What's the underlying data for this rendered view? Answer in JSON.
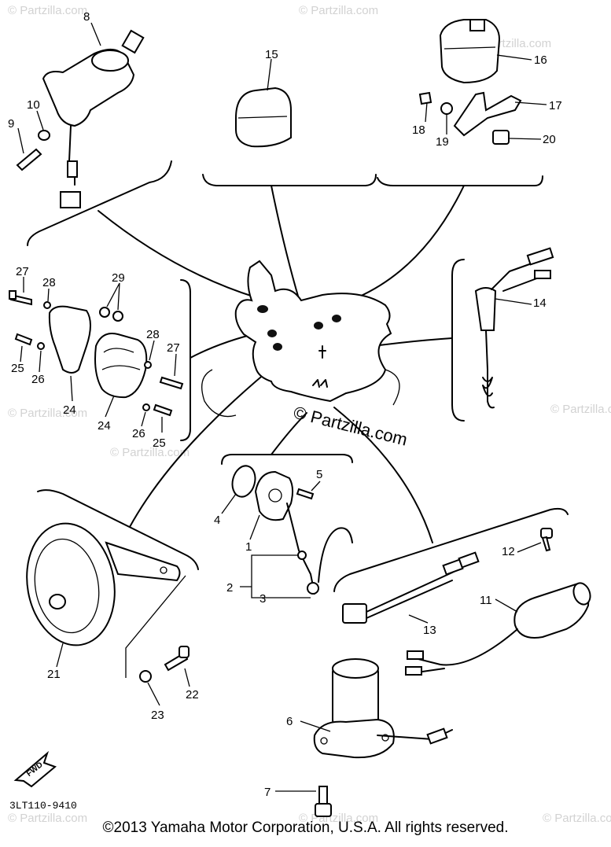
{
  "diagram_code": "3LT110-9410",
  "copyright": "©2013 Yamaha Motor Corporation, U.S.A. All rights reserved.",
  "center_watermark": "© Partzilla.com",
  "watermark": "© Partzilla.com",
  "fwd_label": "FWD",
  "callouts": {
    "p1": "1",
    "p2": "2",
    "p3": "3",
    "p4": "4",
    "p5": "5",
    "p6": "6",
    "p7": "7",
    "p8": "8",
    "p9": "9",
    "p10": "10",
    "p11": "11",
    "p12": "12",
    "p13": "13",
    "p14": "14",
    "p15": "15",
    "p16": "16",
    "p17": "17",
    "p18": "18",
    "p19": "19",
    "p20": "20",
    "p21": "21",
    "p22": "22",
    "p23": "23",
    "p24a": "24",
    "p24b": "24",
    "p25a": "25",
    "p25b": "25",
    "p26a": "26",
    "p26b": "26",
    "p27a": "27",
    "p27b": "27",
    "p28a": "28",
    "p28b": "28",
    "p29": "29"
  }
}
